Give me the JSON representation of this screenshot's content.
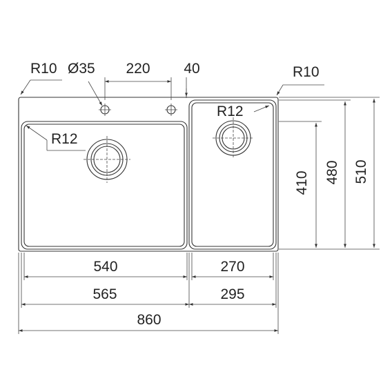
{
  "drawing": {
    "labels": {
      "r10_left": "R10",
      "dia35": "Ø35",
      "w220": "220",
      "w40": "40",
      "r10_right": "R10",
      "r12_small": "R12",
      "r12_large": "R12",
      "h410": "410",
      "h480": "480",
      "h510": "510",
      "w540": "540",
      "w270": "270",
      "w565": "565",
      "w295": "295",
      "w860": "860"
    },
    "colors": {
      "line": "#333333",
      "text": "#222222",
      "background": "#ffffff"
    }
  }
}
